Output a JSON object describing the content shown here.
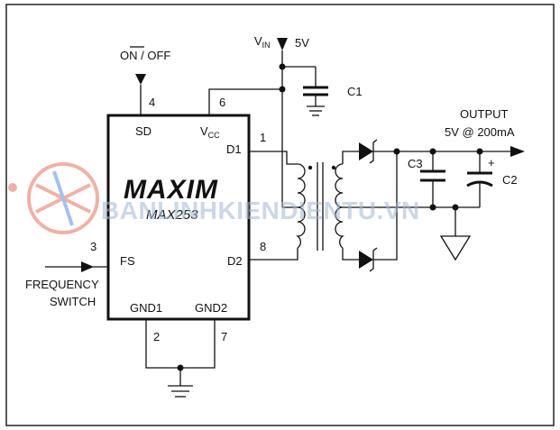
{
  "chip": {
    "logo": "MAXIM",
    "part": "MAX253"
  },
  "pins": {
    "sd_num": "4",
    "sd": "SD",
    "vcc_num": "6",
    "vcc": "V",
    "vcc_sub": "CC",
    "d1_num": "1",
    "d1": "D1",
    "fs_num": "3",
    "fs": "FS",
    "d2_num": "8",
    "d2": "D2",
    "gnd1": "GND1",
    "gnd1_num": "2",
    "gnd2": "GND2",
    "gnd2_num": "7"
  },
  "labels": {
    "on_prefix": "ON",
    "on_suffix": " / OFF",
    "vin_main": "V",
    "vin_sub": "IN",
    "vin_value": "5V",
    "c1": "C1",
    "c2": "C2",
    "c3": "C3",
    "plus": "+",
    "output_line1": "OUTPUT",
    "output_line2": "5V @ 200mA",
    "freq_line1": "FREQUENCY",
    "freq_line2": "SWITCH"
  },
  "watermark": "BANLINHKIENDIENTU.VN",
  "colors": {
    "ink": "#111111",
    "watermark": "#9fb8d6",
    "watermark_logo": "#e8705a"
  }
}
